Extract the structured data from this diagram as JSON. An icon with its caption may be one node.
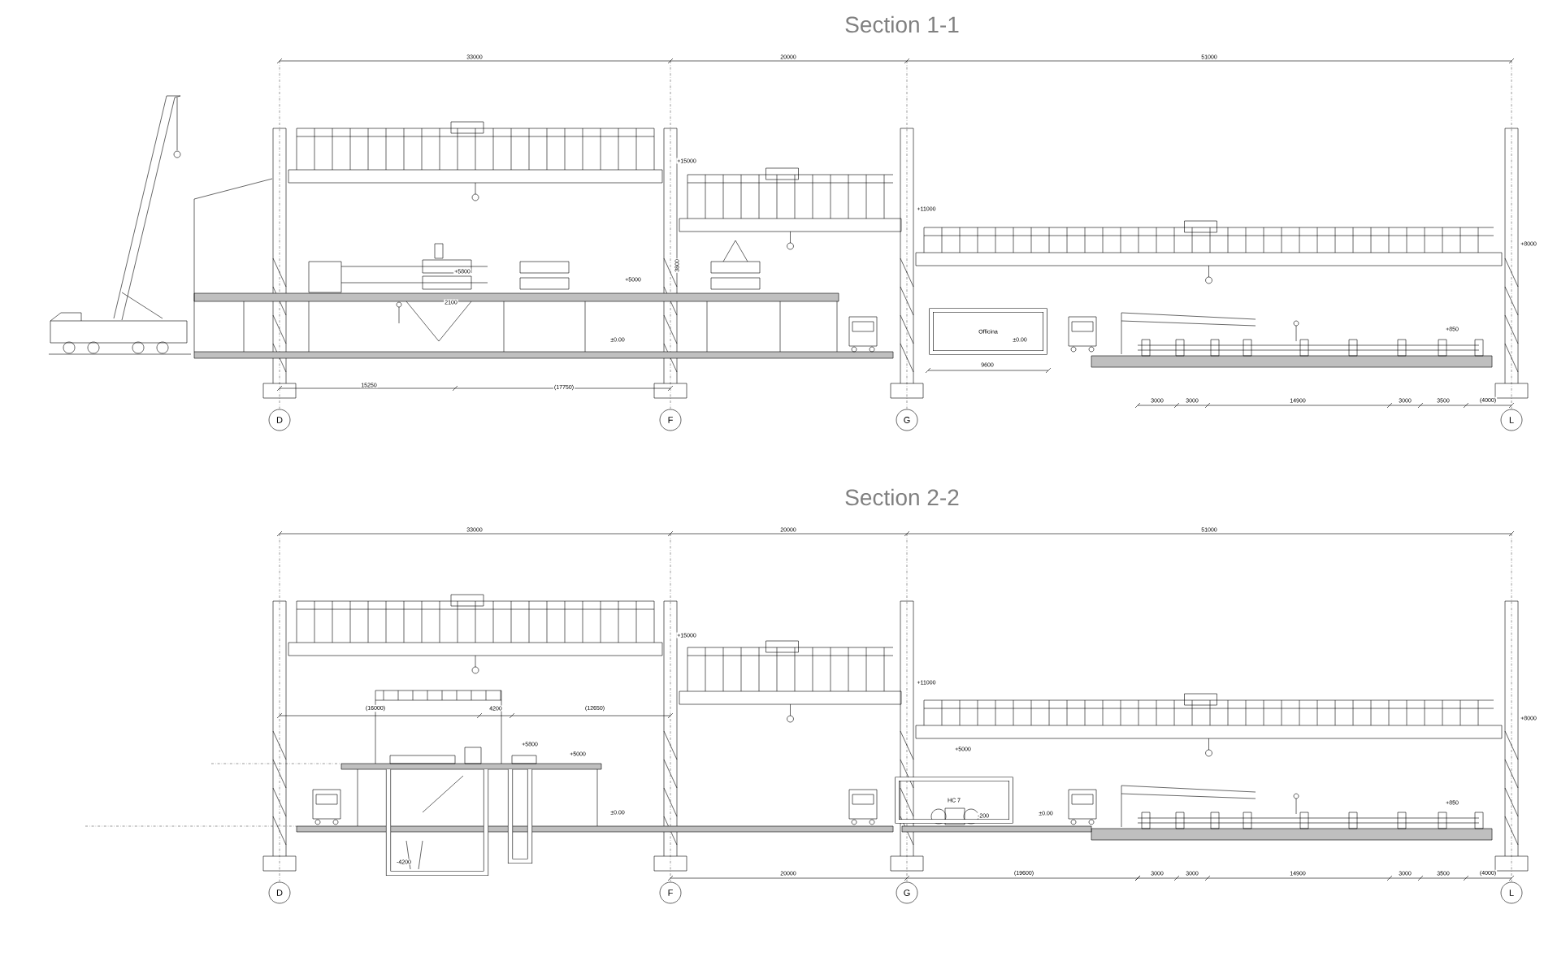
{
  "diagram": {
    "nodes": [
      {
        "text": [
          "Officina"
        ]
      },
      {
        "text": [
          "D"
        ]
      },
      {
        "text": [
          "F"
        ]
      },
      {
        "text": [
          "G"
        ]
      },
      {
        "text": [
          "L"
        ]
      },
      {
        "text": [
          "HC 7"
        ]
      },
      {
        "text": [
          "D"
        ]
      },
      {
        "text": [
          "F"
        ]
      },
      {
        "text": [
          "G"
        ]
      },
      {
        "text": [
          "L"
        ]
      }
    ],
    "labels": [
      "Section 1-1",
      "33000",
      "20000",
      "51000",
      "+15000",
      "+11000",
      "+8000",
      "+5800",
      "+5000",
      "3800",
      "2100",
      "±0.00",
      "±0.00",
      "+850",
      "9600",
      "15250",
      "(17750)",
      "3000",
      "3000",
      "14900",
      "3000",
      "3500",
      "(4000)",
      "Section 2-2",
      "33000",
      "20000",
      "51000",
      "+15000",
      "+11000",
      "+8000",
      "(16000)",
      "4200",
      "(12650)",
      "+5800",
      "+5000",
      "+5000",
      "-200",
      "±0.00",
      "±0.00",
      "+850",
      "-4200",
      "20000",
      "(19600)",
      "3000",
      "3000",
      "14900",
      "3000",
      "3500",
      "(4000)"
    ]
  }
}
